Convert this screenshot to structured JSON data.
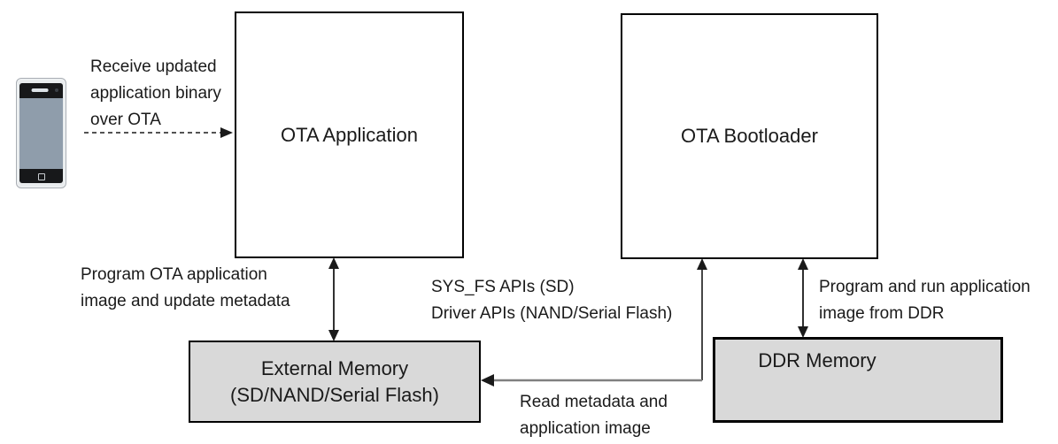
{
  "diagram": {
    "nodes": {
      "ota_application": {
        "label": "OTA Application"
      },
      "ota_bootloader": {
        "label": "OTA Bootloader"
      },
      "external_memory": {
        "lines": [
          "External Memory",
          "(SD/NAND/Serial Flash)"
        ]
      },
      "ddr_memory": {
        "label": "DDR Memory"
      }
    },
    "annotations": {
      "receive_ota": {
        "lines": [
          "Receive updated",
          "application binary",
          "over OTA"
        ]
      },
      "program_external": {
        "lines": [
          "Program OTA application",
          "image and update metadata"
        ]
      },
      "apis": {
        "lines": [
          "SYS_FS APIs (SD)",
          "Driver APIs (NAND/Serial Flash)"
        ]
      },
      "program_ddr": {
        "lines": [
          "Program and run application",
          "image from DDR"
        ]
      },
      "read_metadata": {
        "lines": [
          "Read metadata and",
          "application image"
        ]
      }
    },
    "icons": {
      "smartphone": "smartphone-icon"
    },
    "colors": {
      "background": "#ffffff",
      "box_border": "#000000",
      "memory_box_fill": "#d9d9d9",
      "connector_black": "#1a1a1a",
      "connector_gray": "#808080",
      "text": "#1a1a1a",
      "phone_screen": "#8f9dab",
      "phone_bezel": "#17181a"
    }
  }
}
